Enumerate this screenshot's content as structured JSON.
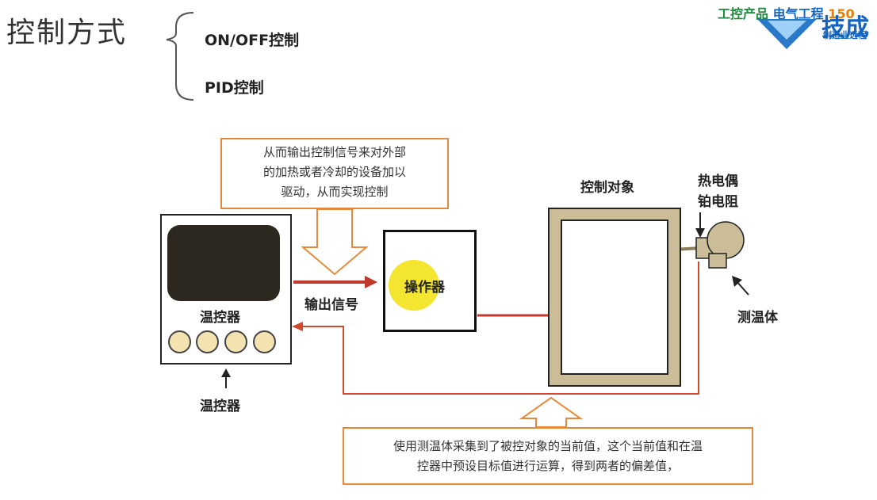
{
  "title": "控制方式",
  "options": [
    {
      "label": "ON/OFF控制"
    },
    {
      "label": "PID控制"
    }
  ],
  "logo": {
    "part1": "工控产品",
    "part2": "电气工程",
    "part3": "150",
    "big": "技成",
    "sub": "制造业远程"
  },
  "diagram": {
    "note_top": [
      "从而输出控制信号来对外部",
      "的加热或者冷却的设备加以",
      "驱动，从而实现控制"
    ],
    "controller_label": "温控器",
    "controller_caption": "温控器",
    "output_label": "输出信号",
    "operator_label": "操作器",
    "object_label": "控制对象",
    "sensor_label_line1": "热电偶",
    "sensor_label_line2": "铂电阻",
    "probe_label": "测温体",
    "note_bottom": [
      "使用测温体采集到了被控对象的当前值，这个当前值和在温",
      "控器中预设目标值进行运算，得到两者的偏差值，"
    ]
  },
  "colors": {
    "accent_orange": "#e58a3c",
    "signal_red": "#c0392b",
    "object_tan": "#cbbd98",
    "highlight_yellow": "#f2e21a"
  }
}
